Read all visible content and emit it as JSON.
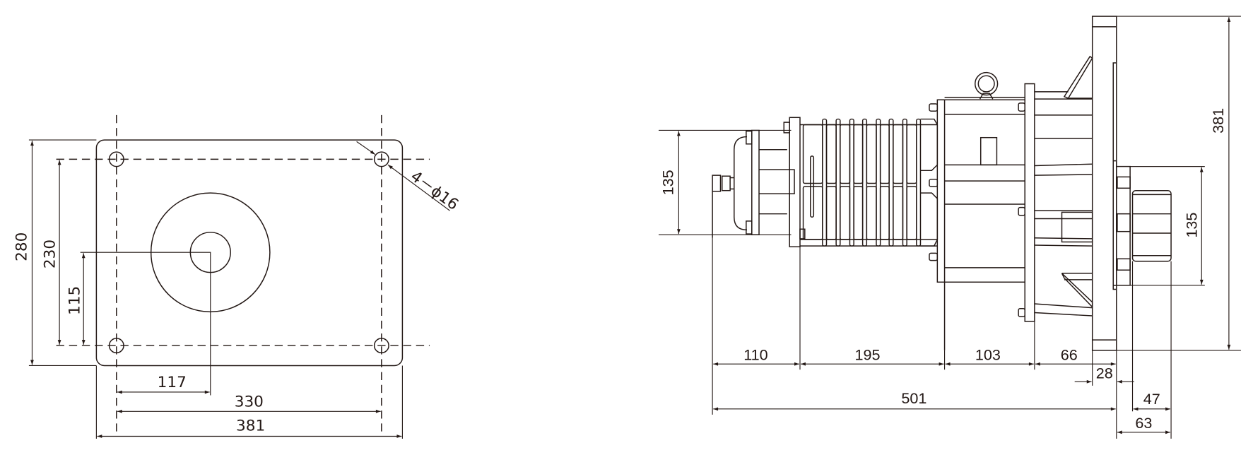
{
  "drawing": {
    "line_color": "#231815",
    "background": "#ffffff",
    "top_view": {
      "name": "mounting plate top view",
      "dimensions": {
        "overall_height": "280",
        "hole_spacing_vertical": "230",
        "shaft_offset_vertical": "115",
        "shaft_offset_horizontal": "117",
        "hole_spacing_horizontal": "330",
        "overall_width": "381",
        "hole_callout": "4－ϕ16"
      }
    },
    "side_view": {
      "name": "gear motor side view",
      "dimensions": {
        "motor_height": "135",
        "overall_height": "381",
        "output_height": "135",
        "seg_1": "110",
        "seg_2": "195",
        "seg_3": "103",
        "seg_4": "66",
        "flange_thickness": "28",
        "overall_length": "501",
        "shaft_length": "47",
        "shaft_projection": "63"
      }
    }
  }
}
